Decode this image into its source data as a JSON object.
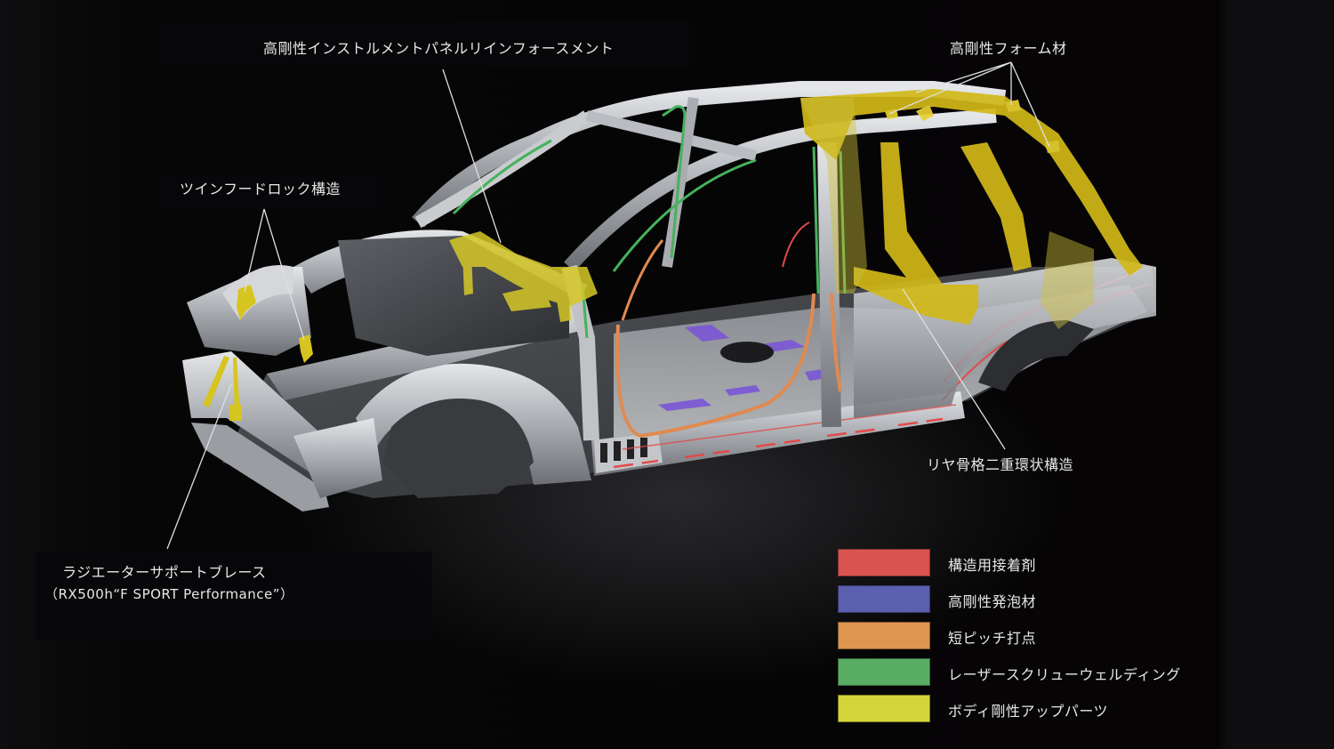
{
  "callouts": {
    "instrument_panel": "高剛性インストルメントパネルリインフォースメント",
    "foam": "高剛性フォーム材",
    "hood_lock": "ツインフードロック構造",
    "radiator_line1": "ラジエーターサポートブレース",
    "radiator_line2": "（RX500h“F SPORT Performance”）",
    "rear_structure": "リヤ骨格二重環状構造"
  },
  "legend": {
    "items": [
      {
        "label": "構造用接着剤",
        "color": "#d9534f"
      },
      {
        "label": "高剛性発泡材",
        "color": "#5a5fb0"
      },
      {
        "label": "短ピッチ打点",
        "color": "#dd9550"
      },
      {
        "label": "レーザースクリューウェルディング",
        "color": "#5aad64"
      },
      {
        "label": "ボディ剛性アップパーツ",
        "color": "#d3d33a"
      }
    ]
  },
  "colors": {
    "background": "#060607",
    "metal": "#b9bcc0",
    "text": "#e8e8e8",
    "leader_line": "#e0e0e0"
  }
}
